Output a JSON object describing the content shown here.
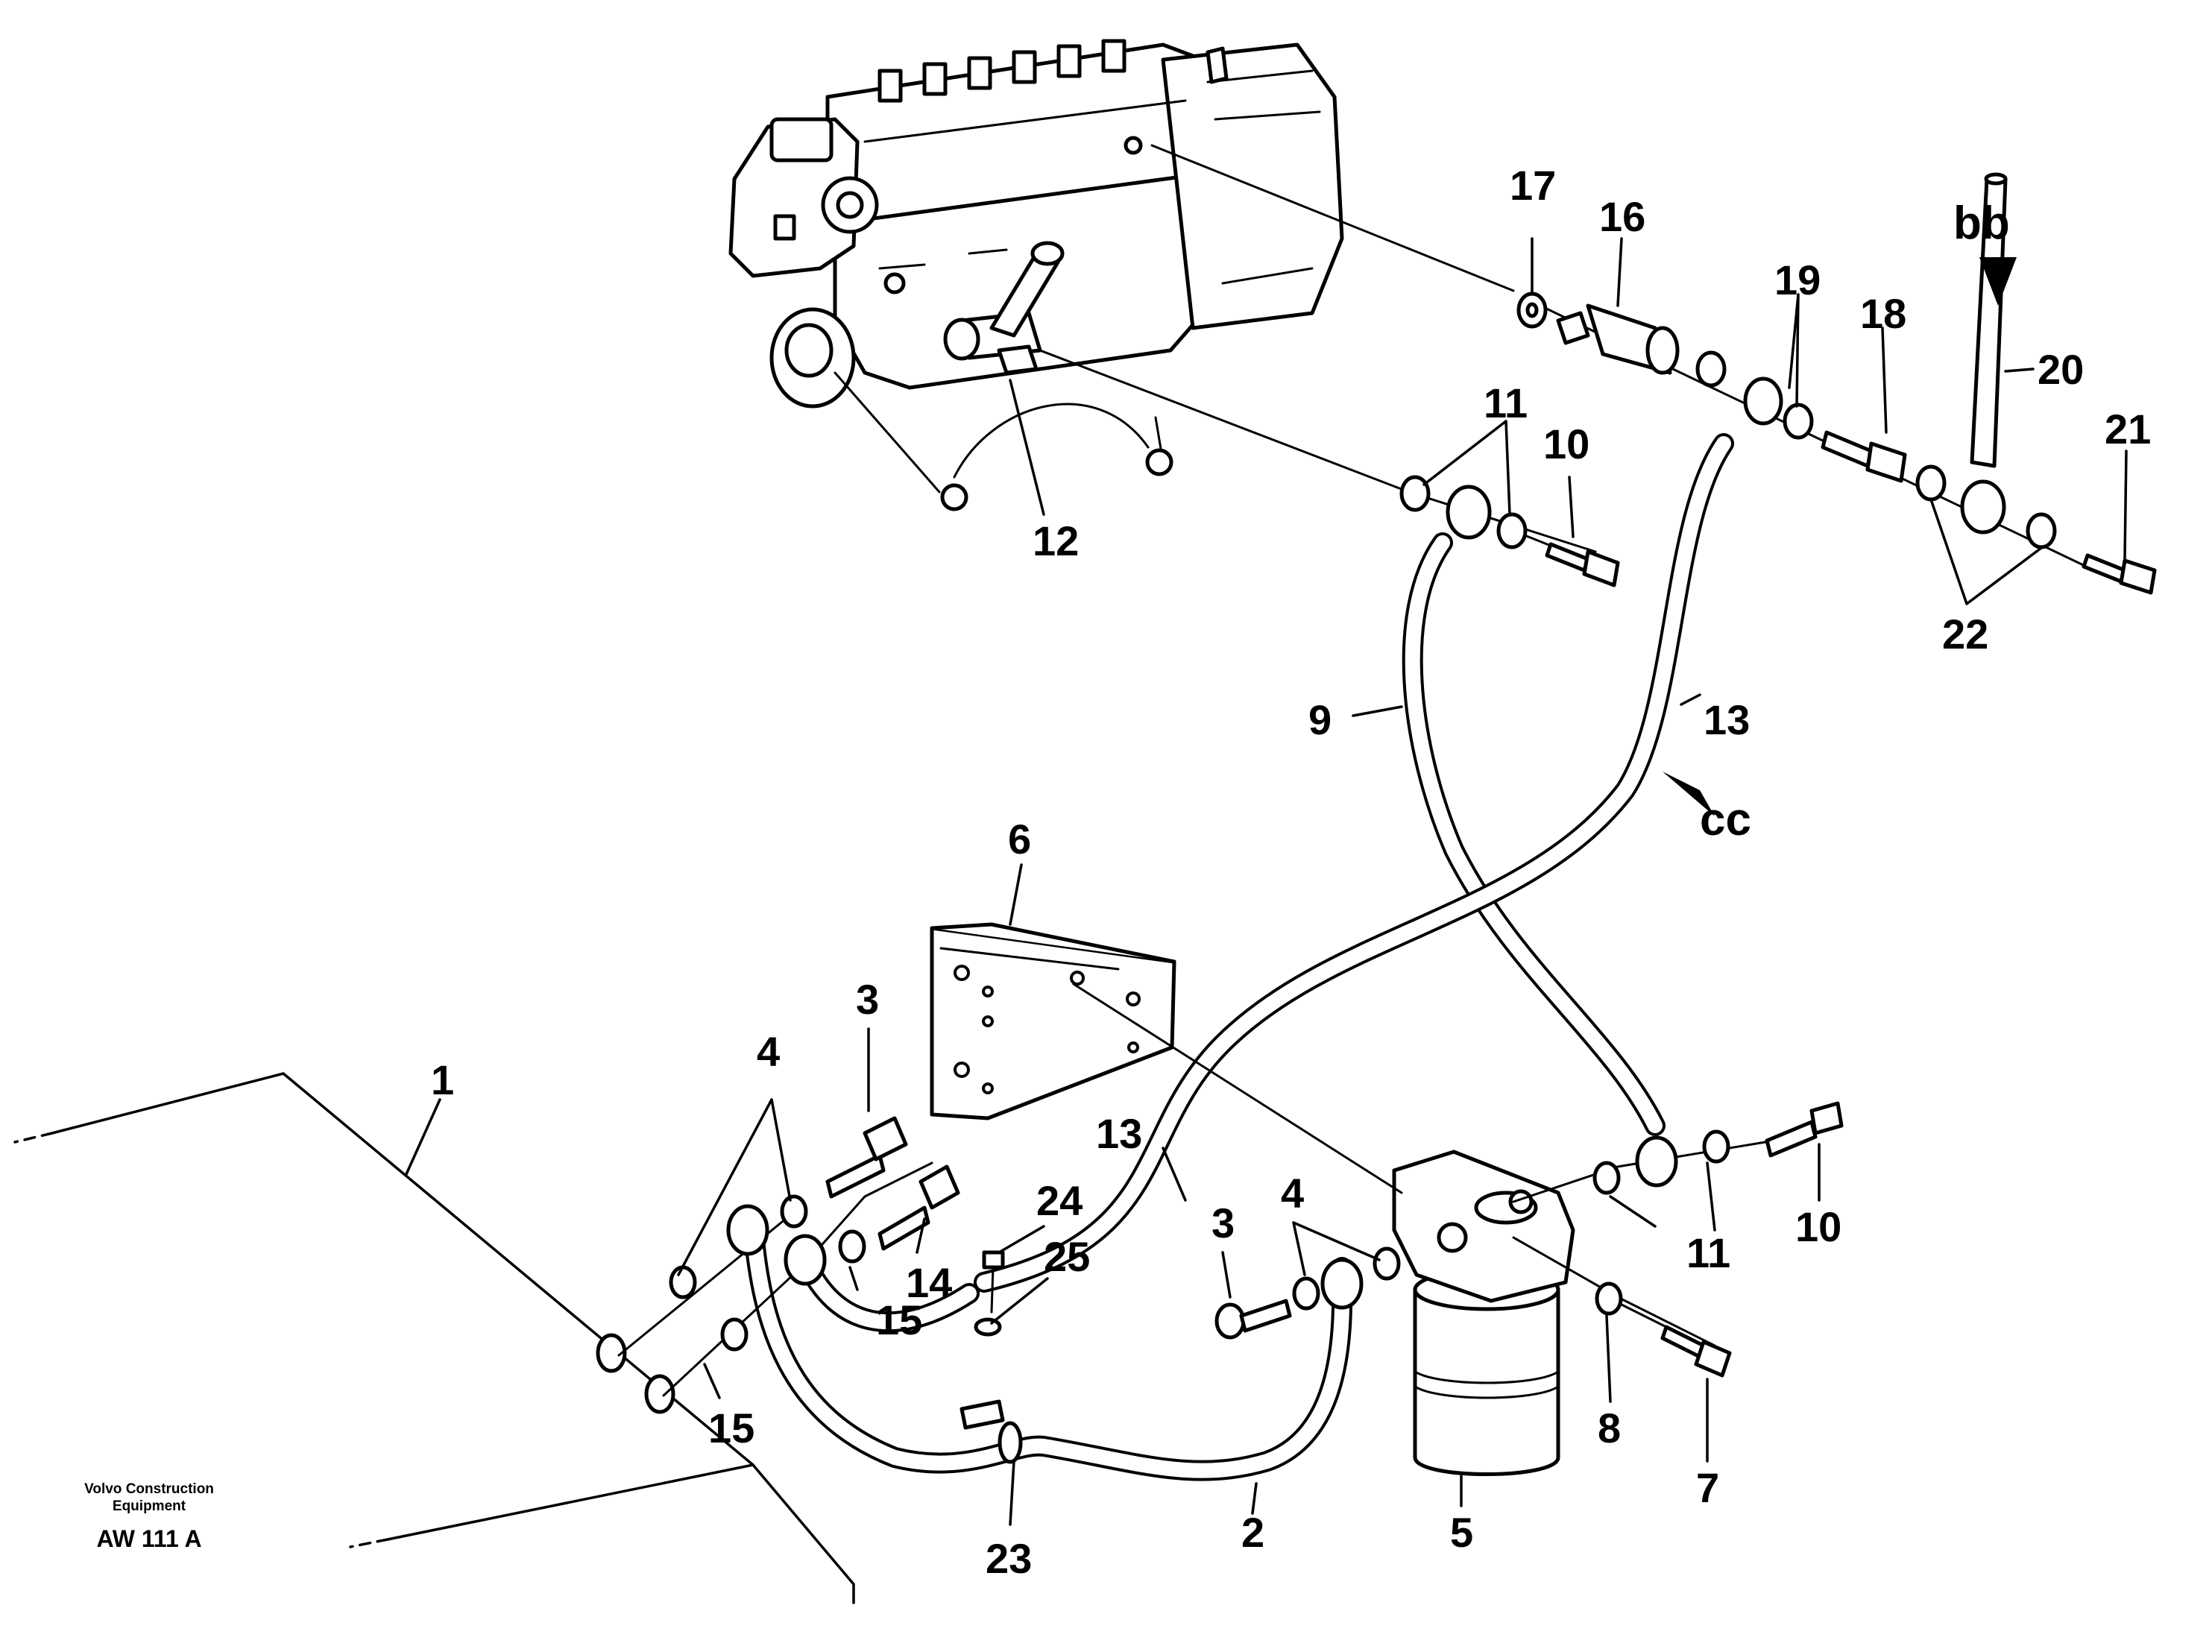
{
  "callouts": {
    "c1": "1",
    "c2": "2",
    "c3a": "3",
    "c3b": "3",
    "c4a": "4",
    "c4b": "4",
    "c5": "5",
    "c6": "6",
    "c7": "7",
    "c8": "8",
    "c9": "9",
    "c10a": "10",
    "c10b": "10",
    "c11a": "11",
    "c11b": "11",
    "c12": "12",
    "c13a": "13",
    "c13b": "13",
    "c14": "14",
    "c15a": "15",
    "c15b": "15",
    "c16": "16",
    "c17": "17",
    "c18": "18",
    "c19": "19",
    "c20": "20",
    "c21": "21",
    "c22": "22",
    "c23": "23",
    "c24": "24",
    "c25": "25"
  },
  "view_markers": {
    "bb": "bb",
    "cc": "cc"
  },
  "footer": {
    "manufacturer_line1": "Volvo Construction",
    "manufacturer_line2": "Equipment",
    "drawing_code": "AW 111 A"
  }
}
